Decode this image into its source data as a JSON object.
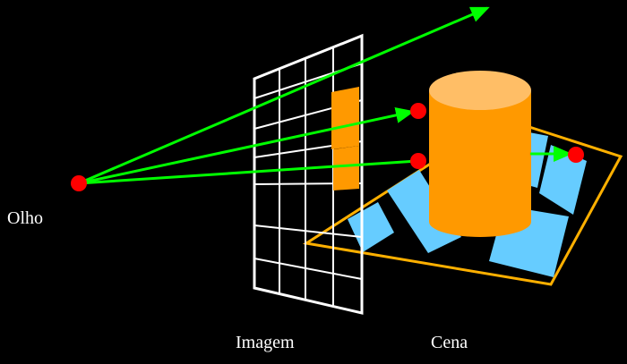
{
  "labels": {
    "eye": "Olho",
    "image": "Imagem",
    "scene": "Cena"
  },
  "colors": {
    "background": "#000000",
    "ray": "#00ff00",
    "grid": "#ffffff",
    "eye_point": "#ff0000",
    "hit_point": "#ff0000",
    "cylinder_side": "#ff9900",
    "cylinder_top": "#ffbe66",
    "pixel_fill": "#ff9900",
    "floor_border": "#ffb000",
    "tile": "#66ccff",
    "text": "#ffffff"
  }
}
